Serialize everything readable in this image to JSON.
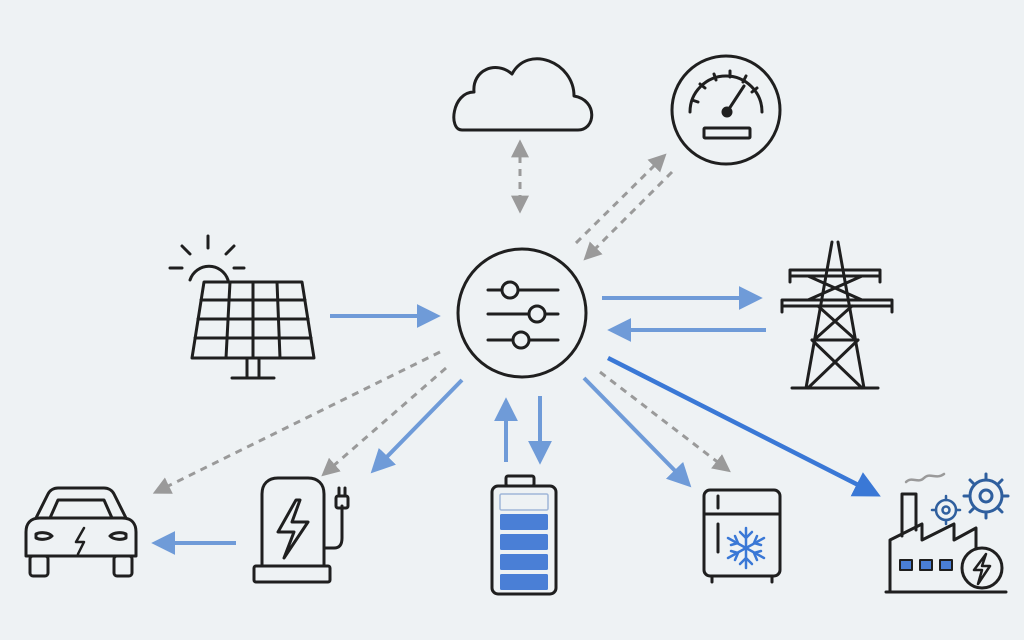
{
  "colors": {
    "background": "#eef2f4",
    "outline": "#1f1f1f",
    "flow_blue": "#6f9bd8",
    "flow_blue_strong": "#3a78d6",
    "signal_gray": "#9a9a9a",
    "battery_fill": "#4a7fd6",
    "snowflake": "#3a78d6"
  },
  "nodes": [
    {
      "id": "controller",
      "icon": "sliders-icon"
    },
    {
      "id": "cloud",
      "icon": "cloud-icon"
    },
    {
      "id": "meter",
      "icon": "gauge-icon"
    },
    {
      "id": "solar",
      "icon": "solar-panel-icon"
    },
    {
      "id": "grid",
      "icon": "transmission-tower-icon"
    },
    {
      "id": "ev",
      "icon": "electric-car-icon"
    },
    {
      "id": "charger",
      "icon": "ev-charger-icon"
    },
    {
      "id": "battery",
      "icon": "battery-icon",
      "charge_fraction": 0.8
    },
    {
      "id": "fridge",
      "icon": "refrigerator-icon"
    },
    {
      "id": "factory",
      "icon": "factory-icon"
    }
  ],
  "connections": [
    {
      "from": "cloud",
      "to": "controller",
      "kind": "data",
      "direction": "both"
    },
    {
      "from": "controller",
      "to": "meter",
      "kind": "data",
      "direction": "both"
    },
    {
      "from": "solar",
      "to": "controller",
      "kind": "power",
      "direction": "forward"
    },
    {
      "from": "controller",
      "to": "grid",
      "kind": "power",
      "direction": "both"
    },
    {
      "from": "controller",
      "to": "ev",
      "kind": "data",
      "direction": "forward"
    },
    {
      "from": "controller",
      "to": "charger",
      "kind": "data",
      "direction": "forward"
    },
    {
      "from": "controller",
      "to": "charger",
      "kind": "power",
      "direction": "forward"
    },
    {
      "from": "charger",
      "to": "ev",
      "kind": "power",
      "direction": "forward"
    },
    {
      "from": "controller",
      "to": "battery",
      "kind": "power",
      "direction": "both"
    },
    {
      "from": "controller",
      "to": "fridge",
      "kind": "power",
      "direction": "forward"
    },
    {
      "from": "controller",
      "to": "fridge",
      "kind": "data",
      "direction": "forward"
    },
    {
      "from": "controller",
      "to": "factory",
      "kind": "power",
      "direction": "forward",
      "emphasis": "strong"
    }
  ]
}
